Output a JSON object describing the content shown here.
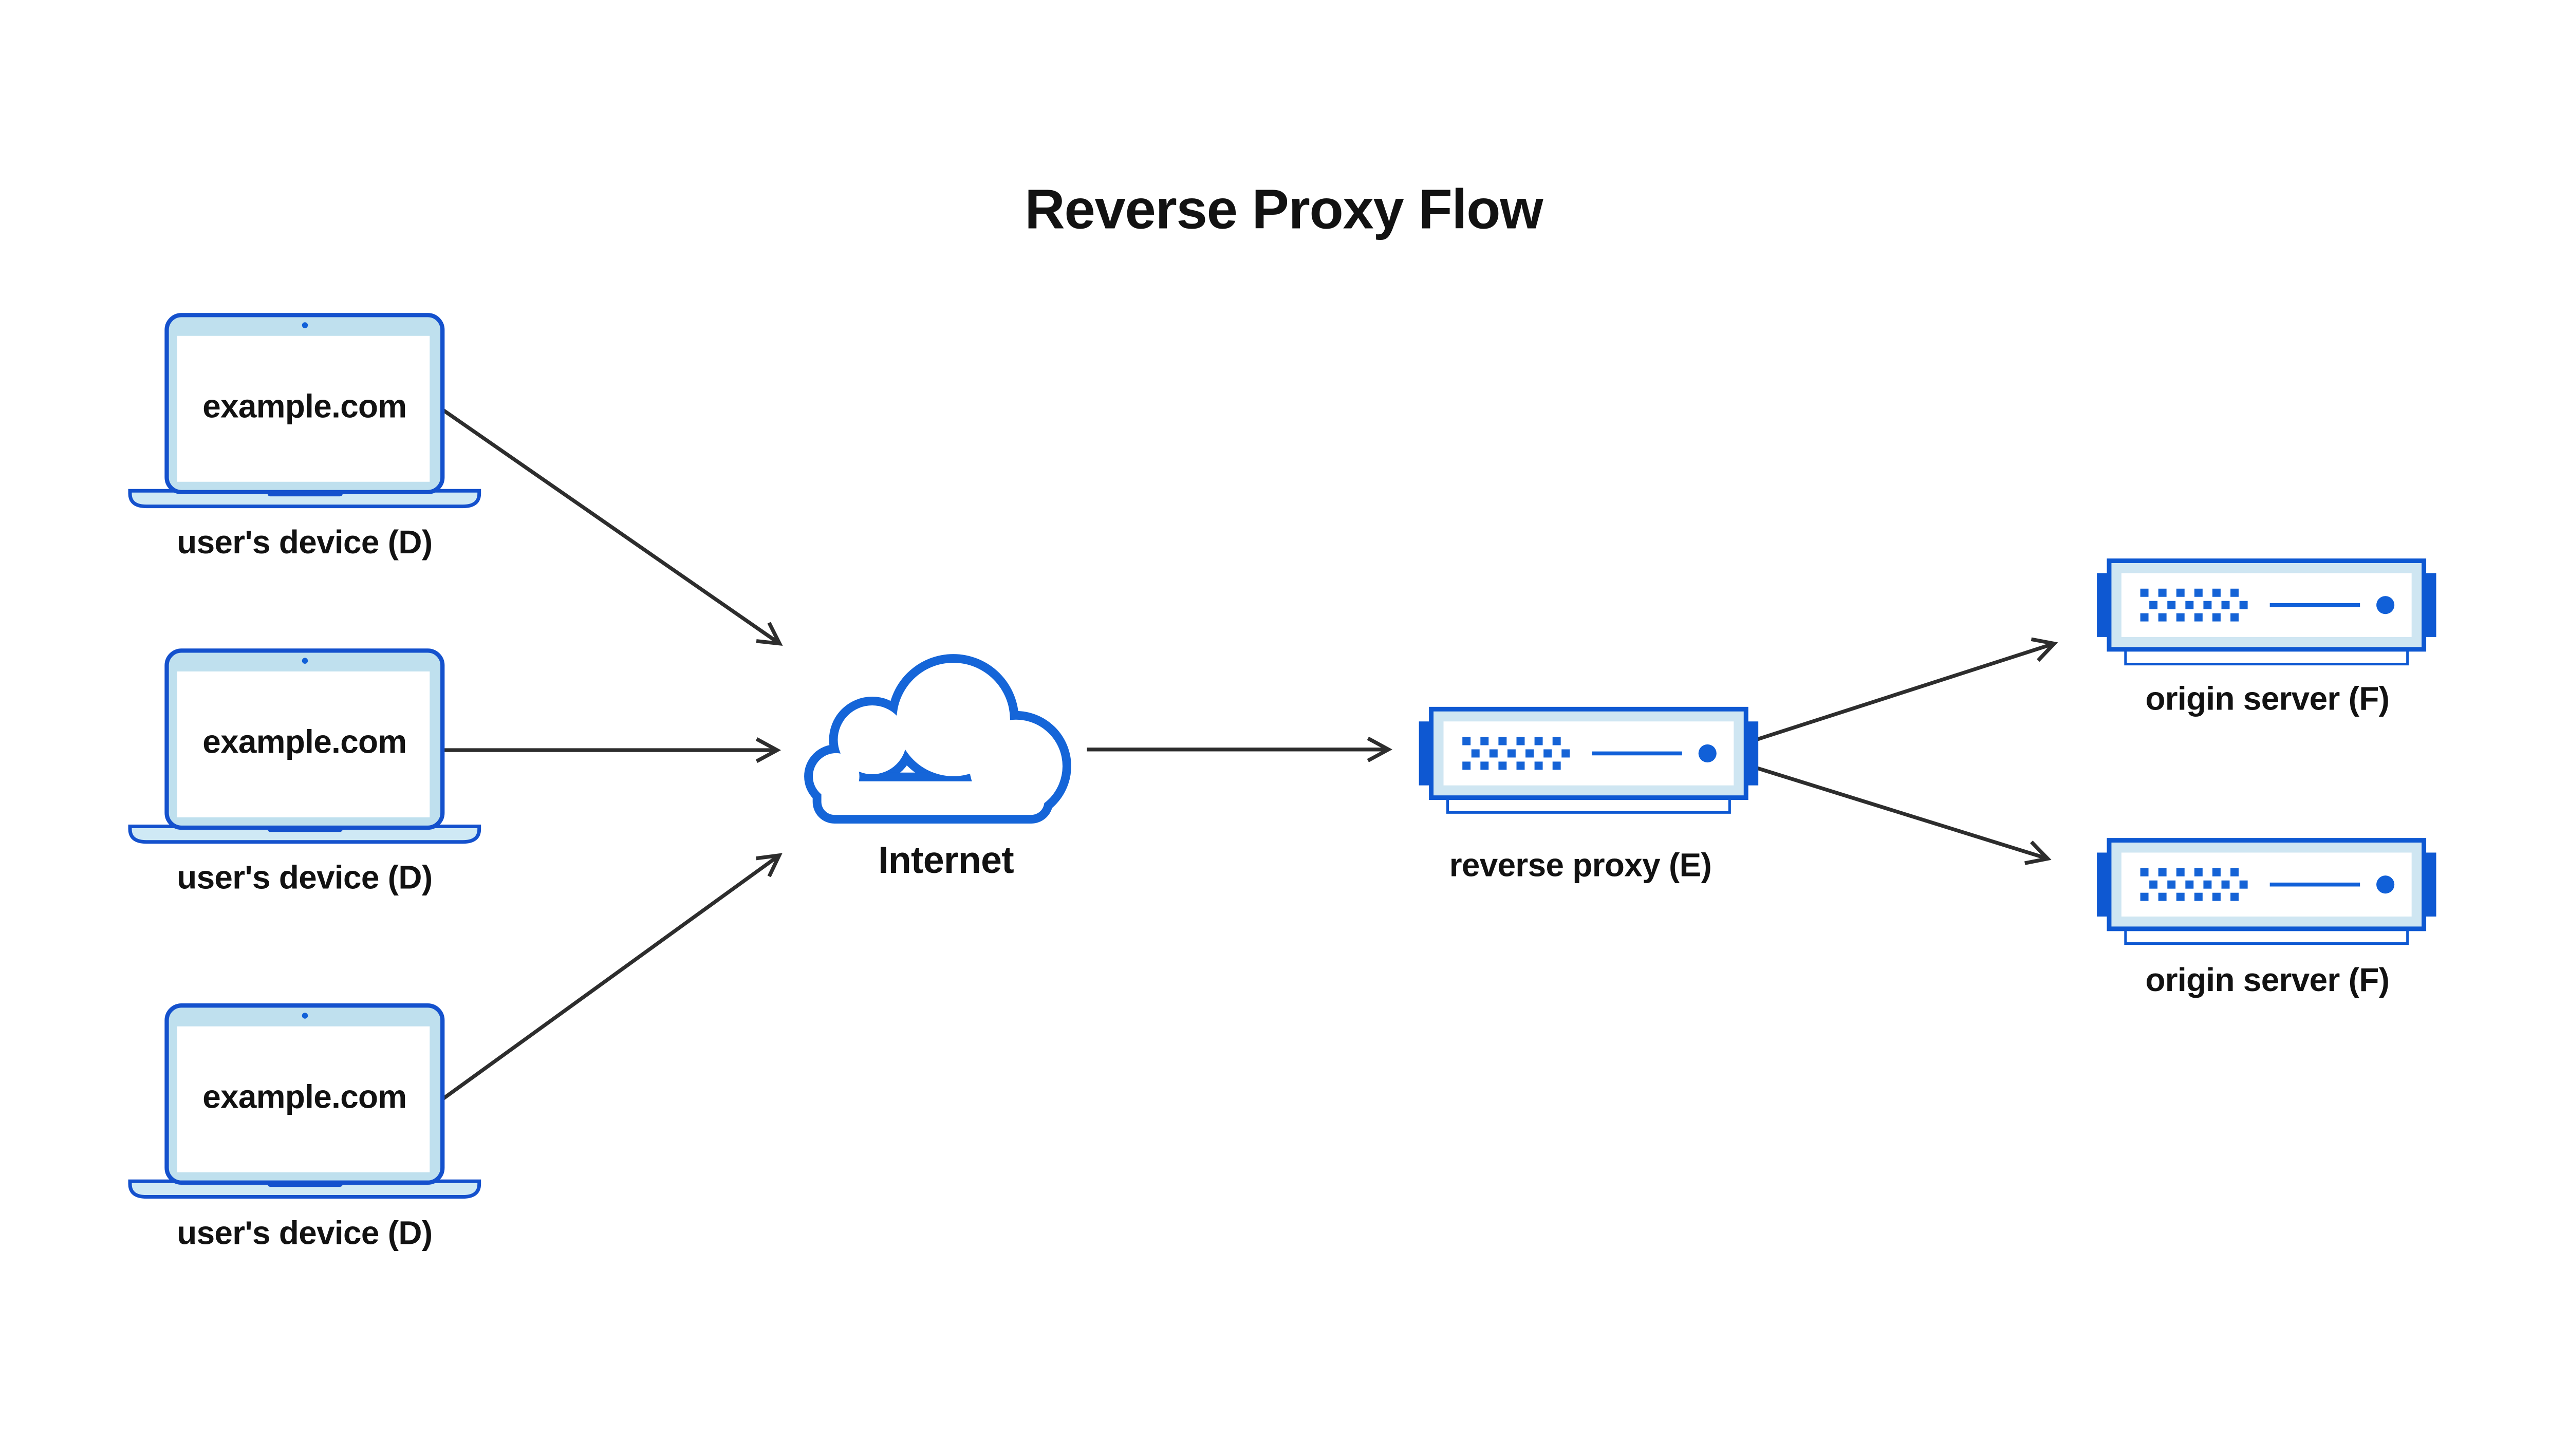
{
  "title": "Reverse Proxy Flow",
  "devices": [
    {
      "screen_text": "example.com",
      "label": "user's device (D)"
    },
    {
      "screen_text": "example.com",
      "label": "user's device (D)"
    },
    {
      "screen_text": "example.com",
      "label": "user's device (D)"
    }
  ],
  "internet": {
    "label": "Internet"
  },
  "reverse_proxy": {
    "label": "reverse proxy (E)"
  },
  "origin_servers": [
    {
      "label": "origin server (F)"
    },
    {
      "label": "origin server (F)"
    }
  ],
  "icons": {
    "laptop": "laptop-icon",
    "cloud": "cloud-icon",
    "server": "server-icon",
    "arrowhead": "arrowhead-icon"
  },
  "colors": {
    "laptop_border": "#1451cd",
    "laptop_bezel": "#bfe0ee",
    "laptop_base": "#cfe9f5",
    "server_border": "#0e58d2",
    "server_band": "#cfe6f2",
    "server_accent": "#1160d8",
    "cloud_stroke": "#1565d8",
    "arrow": "#2d2d2d",
    "text": "#121212",
    "background": "#ffffff"
  }
}
